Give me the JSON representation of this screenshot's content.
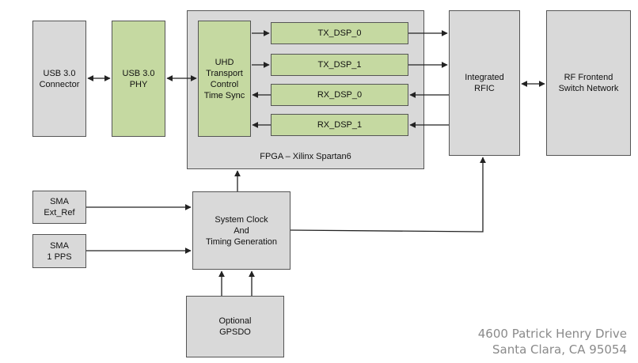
{
  "blocks": {
    "usb_connector": "USB 3.0\nConnector",
    "usb_phy": "USB 3.0\nPHY",
    "uhd": "UHD\nTransport\nControl\nTime Sync",
    "tx_dsp_0": "TX_DSP_0",
    "tx_dsp_1": "TX_DSP_1",
    "rx_dsp_0": "RX_DSP_0",
    "rx_dsp_1": "RX_DSP_1",
    "fpga_label": "FPGA – Xilinx Spartan6",
    "rfic": "Integrated\nRFIC",
    "rf_frontend": "RF Frontend\nSwitch Network",
    "sma_ext_ref": "SMA\nExt_Ref",
    "sma_1pps": "SMA\n1 PPS",
    "clock_gen": "System Clock\nAnd\nTiming Generation",
    "gpsdo": "Optional\nGPSDO"
  },
  "address": {
    "line1": "4600 Patrick Henry Drive",
    "line2": "Santa Clara, CA  95054"
  },
  "colors": {
    "gray_fill": "#d9d9d9",
    "green_fill": "#c5d9a1",
    "border": "#555555",
    "wire": "#222222",
    "address_text": "#8a8a8a"
  }
}
